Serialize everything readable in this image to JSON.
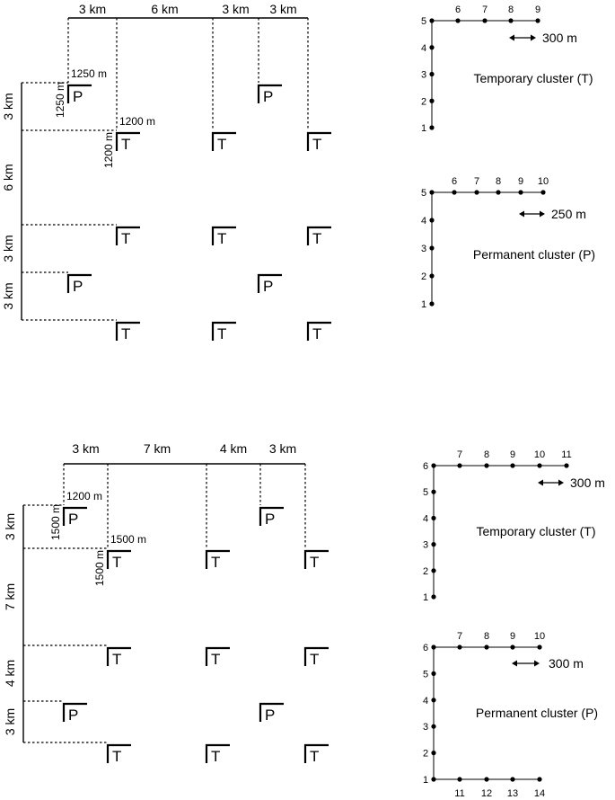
{
  "layouts": [
    {
      "top_spacings": [
        "3 km",
        "6 km",
        "3 km",
        "3 km"
      ],
      "left_spacings": [
        "3 km",
        "6 km",
        "3 km",
        "3 km"
      ],
      "sizes": {
        "p_width": "1250 m",
        "p_height": "1250 m",
        "t_width": "1200 m",
        "t_height": "1200 m"
      },
      "clusters": [
        {
          "code": "P"
        },
        {
          "code": "P"
        },
        {
          "code": "T"
        },
        {
          "code": "T"
        },
        {
          "code": "T"
        },
        {
          "code": "T"
        },
        {
          "code": "T"
        },
        {
          "code": "T"
        },
        {
          "code": "P"
        },
        {
          "code": "P"
        },
        {
          "code": "T"
        },
        {
          "code": "T"
        },
        {
          "code": "T"
        }
      ]
    },
    {
      "top_spacings": [
        "3 km",
        "7 km",
        "4 km",
        "3 km"
      ],
      "left_spacings": [
        "3 km",
        "7 km",
        "4 km",
        "3 km"
      ],
      "sizes": {
        "p_width": "1200 m",
        "p_height": "1500 m",
        "t_width": "1500 m",
        "t_height": "1500 m"
      },
      "clusters": [
        {
          "code": "P"
        },
        {
          "code": "P"
        },
        {
          "code": "T"
        },
        {
          "code": "T"
        },
        {
          "code": "T"
        },
        {
          "code": "T"
        },
        {
          "code": "T"
        },
        {
          "code": "T"
        },
        {
          "code": "P"
        },
        {
          "code": "P"
        },
        {
          "code": "T"
        },
        {
          "code": "T"
        },
        {
          "code": "T"
        }
      ]
    }
  ],
  "cluster_diagrams": [
    {
      "title": "Temporary cluster (T)",
      "spacing": "300 m",
      "vertical_nodes": [
        "1",
        "2",
        "3",
        "4",
        "5"
      ],
      "top_nodes": [
        "6",
        "7",
        "8",
        "9"
      ],
      "bottom_nodes": []
    },
    {
      "title": "Permanent cluster (P)",
      "spacing": "250 m",
      "vertical_nodes": [
        "1",
        "2",
        "3",
        "4",
        "5"
      ],
      "top_nodes": [
        "6",
        "7",
        "8",
        "9",
        "10"
      ],
      "bottom_nodes": []
    },
    {
      "title": "Temporary cluster (T)",
      "spacing": "300 m",
      "vertical_nodes": [
        "1",
        "2",
        "3",
        "4",
        "5",
        "6"
      ],
      "top_nodes": [
        "7",
        "8",
        "9",
        "10",
        "11"
      ],
      "bottom_nodes": []
    },
    {
      "title": "Permanent cluster (P)",
      "spacing": "300 m",
      "vertical_nodes": [
        "1",
        "2",
        "3",
        "4",
        "5",
        "6"
      ],
      "top_nodes": [
        "7",
        "8",
        "9",
        "10"
      ],
      "bottom_nodes": [
        "11",
        "12",
        "13",
        "14"
      ]
    }
  ]
}
